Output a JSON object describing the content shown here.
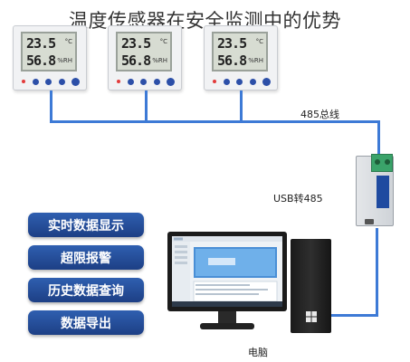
{
  "title": "温度传感器在安全监测中的优势",
  "sensors": [
    {
      "reading_top": "23.5",
      "reading_bottom": "56.8",
      "unit_top": "°C",
      "unit_bottom": "%RH"
    },
    {
      "reading_top": "23.5",
      "reading_bottom": "56.8",
      "unit_top": "°C",
      "unit_bottom": "%RH"
    },
    {
      "reading_top": "23.5",
      "reading_bottom": "56.8",
      "unit_top": "°C",
      "unit_bottom": "%RH"
    }
  ],
  "bus_label": "485总线",
  "converter_label": "USB转485",
  "features": [
    "实时数据显示",
    "超限报警",
    "历史数据查询",
    "数据导出"
  ],
  "computer_label": "电脑",
  "colors": {
    "wire": "#3d7ad6",
    "button": "#1d3f85"
  }
}
